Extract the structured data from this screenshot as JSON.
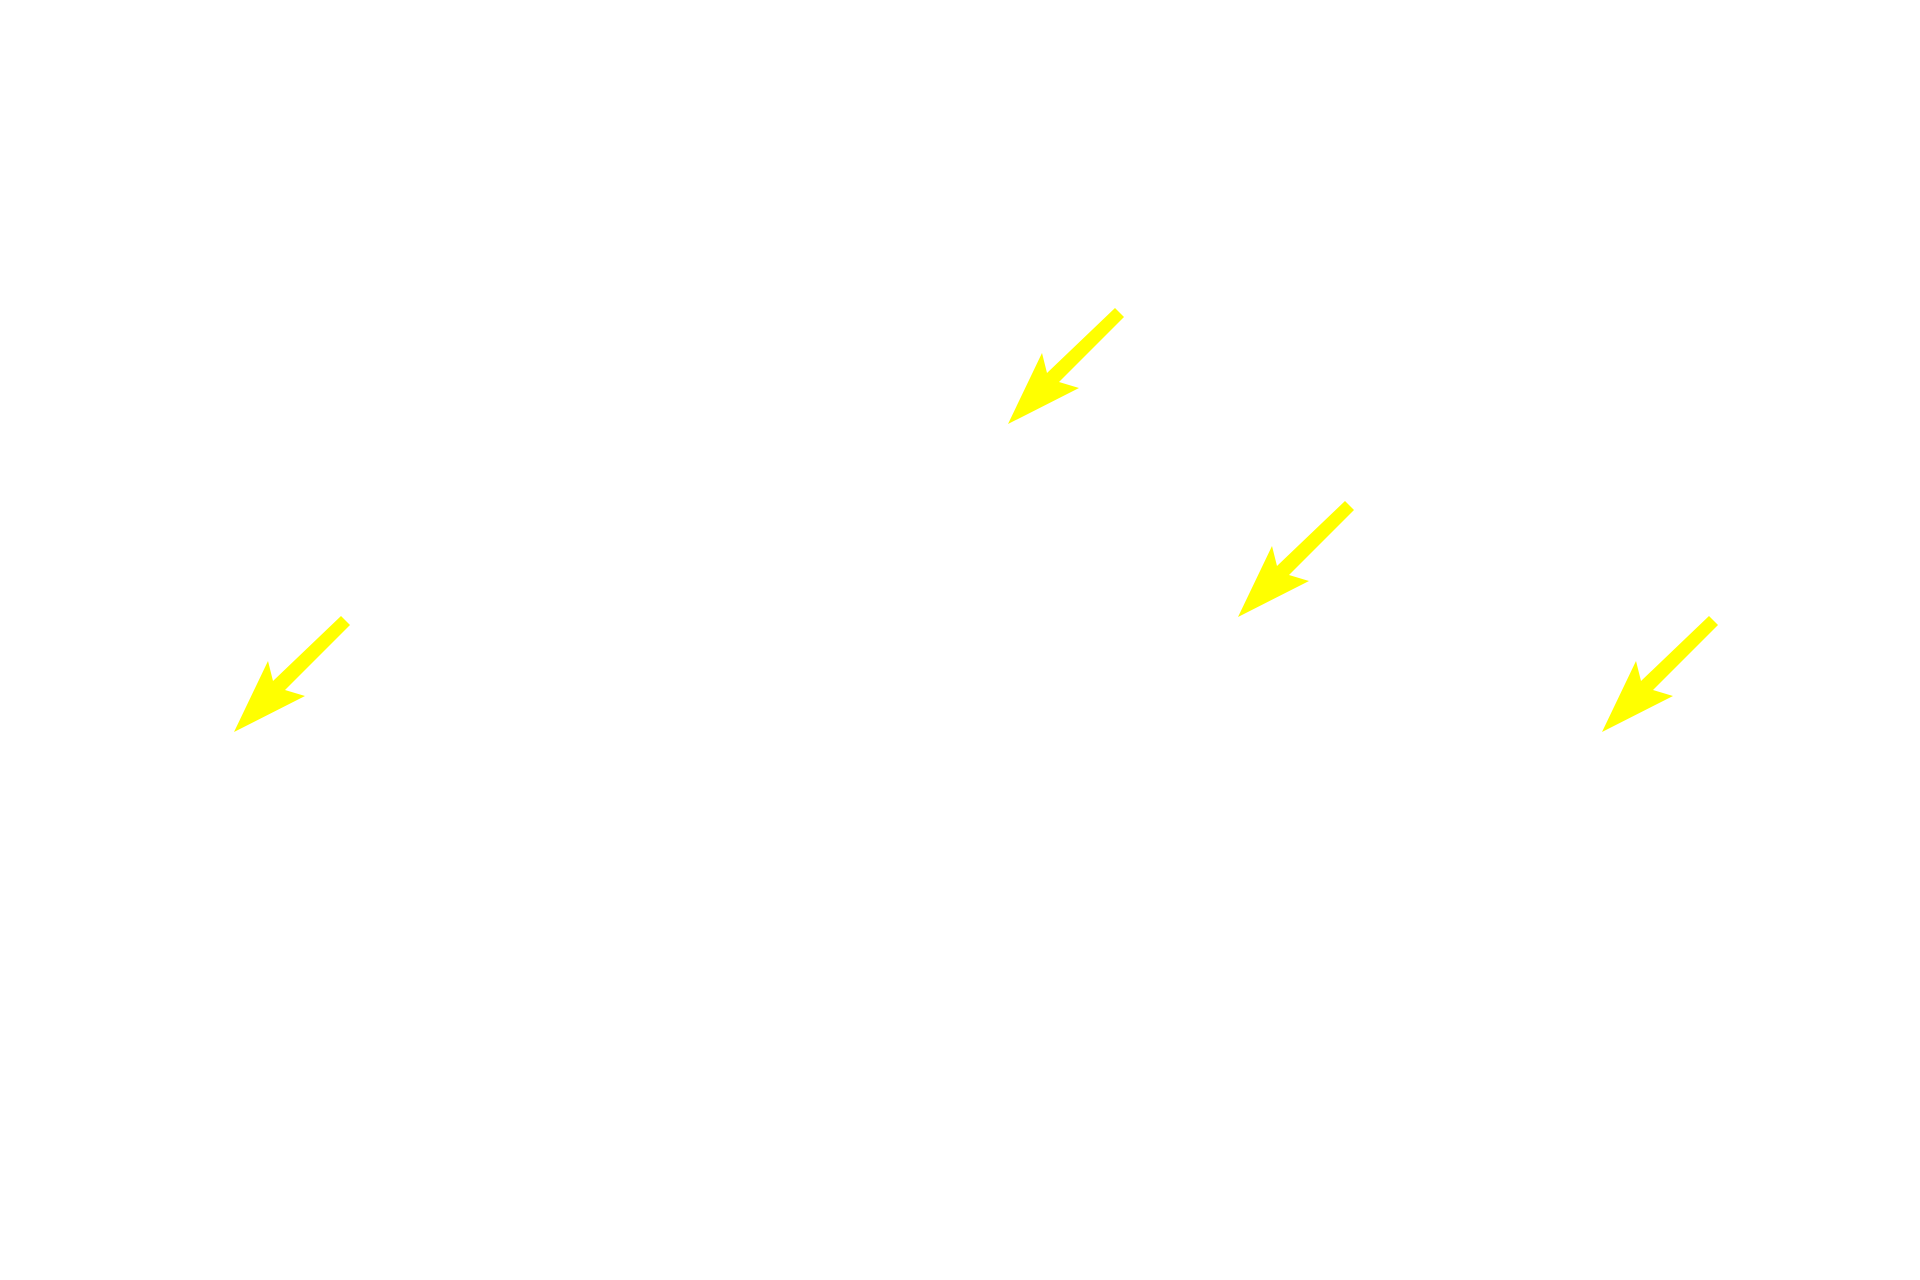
{
  "background_color": "#ffffff",
  "arrow_color": "#ffff00",
  "arrows": [
    {
      "name": "arrow-1",
      "direction": "down-left"
    },
    {
      "name": "arrow-2",
      "direction": "down-left"
    },
    {
      "name": "arrow-3",
      "direction": "down-left"
    },
    {
      "name": "arrow-4",
      "direction": "down-left"
    }
  ]
}
